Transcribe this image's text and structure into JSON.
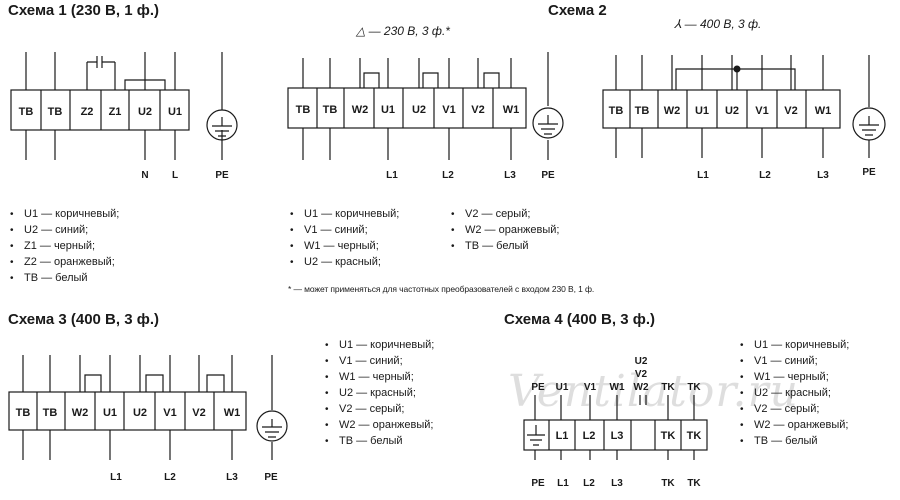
{
  "watermark": "Ventilator.ru",
  "scheme1": {
    "title": "Схема 1 (230 В, 1 ф.)",
    "terminals": [
      "TB",
      "TB",
      "Z2",
      "Z1",
      "U2",
      "U1"
    ],
    "lines": [
      "N",
      "L"
    ],
    "pe": "PE",
    "legend": [
      "U1 — коричневый;",
      "U2 — синий;",
      "Z1 — черный;",
      "Z2 — оранжевый;",
      "TB — белый"
    ]
  },
  "scheme2": {
    "title": "Схема 2",
    "delta_note": "△ — 230 В, 3 ф.*",
    "star_note": "⅄ — 400 В, 3 ф.",
    "delta_terminals": [
      "TB",
      "TB",
      "W2",
      "U1",
      "U2",
      "V1",
      "V2",
      "W1"
    ],
    "star_terminals": [
      "TB",
      "TB",
      "W2",
      "U1",
      "U2",
      "V1",
      "V2",
      "W1"
    ],
    "lines": [
      "L1",
      "L2",
      "L3"
    ],
    "pe": "PE",
    "legend_col1": [
      "U1 — коричневый;",
      "V1 — синий;",
      "W1 — черный;",
      "U2 — красный;"
    ],
    "legend_col2": [
      "V2 — серый;",
      "W2 — оранжевый;",
      "TB — белый"
    ],
    "footnote": "* — может применяться для частотных преобразователей с входом 230 В, 1 ф."
  },
  "scheme3": {
    "title": "Схема 3 (400 В, 3 ф.)",
    "terminals": [
      "TB",
      "TB",
      "W2",
      "U1",
      "U2",
      "V1",
      "V2",
      "W1"
    ],
    "lines": [
      "L1",
      "L2",
      "L3"
    ],
    "pe": "PE",
    "legend": [
      "U1 — коричневый;",
      "V1 — синий;",
      "W1 — черный;",
      "U2 — красный;",
      "V2 — серый;",
      "W2 — оранжевый;",
      "TB — белый"
    ]
  },
  "scheme4": {
    "title": "Схема 4 (400 В, 3 ф.)",
    "top_labels": [
      "PE",
      "U1",
      "V1",
      "W1",
      "U2",
      "V2",
      "W2",
      "TK",
      "TK"
    ],
    "terminals": [
      "L1",
      "L2",
      "L3",
      "TK",
      "TK"
    ],
    "bottom_labels": [
      "PE",
      "L1",
      "L2",
      "L3",
      "TK",
      "TK"
    ],
    "legend": [
      "U1 — коричневый;",
      "V1 — синий;",
      "W1 — черный;",
      "U2 — красный;",
      "V2 — серый;",
      "W2 — оранжевый;",
      "TB — белый"
    ]
  }
}
